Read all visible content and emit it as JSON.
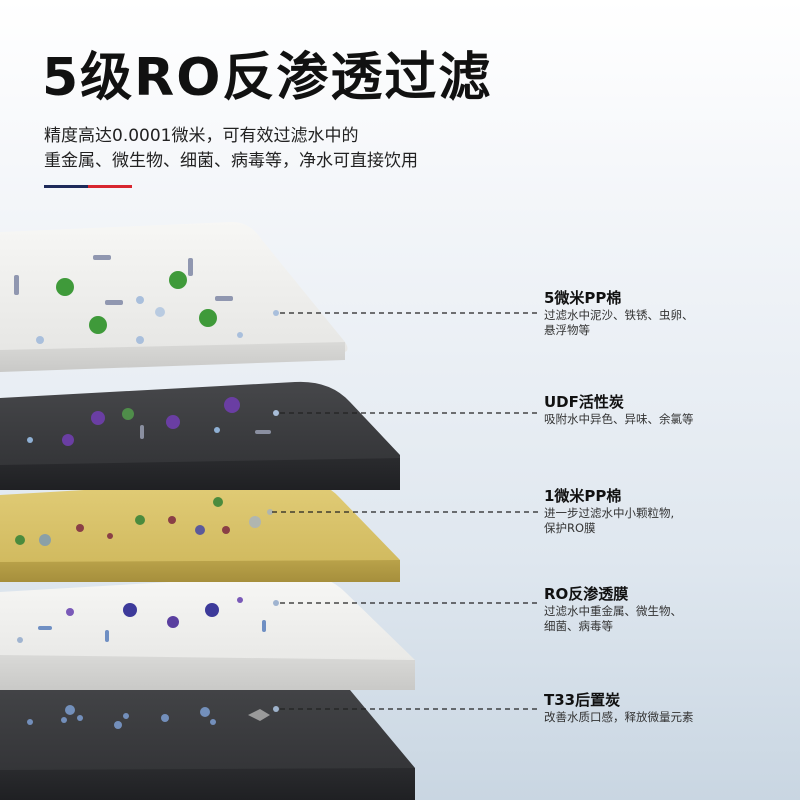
{
  "header": {
    "title": "5级RO反渗透过滤",
    "subtitle_line1": "精度高达0.0001微米，可有效过滤水中的",
    "subtitle_line2": "重金属、微生物、细菌、病毒等，净水可直接饮用"
  },
  "accent_colors": {
    "navy": "#1e2a5a",
    "red": "#d8262f"
  },
  "layers": [
    {
      "name": "5微米PP棉",
      "desc": "过滤水中泥沙、铁锈、虫卵、\n悬浮物等",
      "color": "#ececea"
    },
    {
      "name": "UDF活性炭",
      "desc": "吸附水中异色、异味、余氯等",
      "color": "#3b3c3f"
    },
    {
      "name": "1微米PP棉",
      "desc": "进一步过滤水中小颗粒物,\n保护RO膜",
      "color": "#d8c36a"
    },
    {
      "name": "RO反渗透膜",
      "desc": "过滤水中重金属、微生物、\n细菌、病毒等",
      "color": "#f3f3f3"
    },
    {
      "name": "T33后置炭",
      "desc": "改善水质口感，释放微量元素",
      "color": "#3a3b3e"
    }
  ]
}
